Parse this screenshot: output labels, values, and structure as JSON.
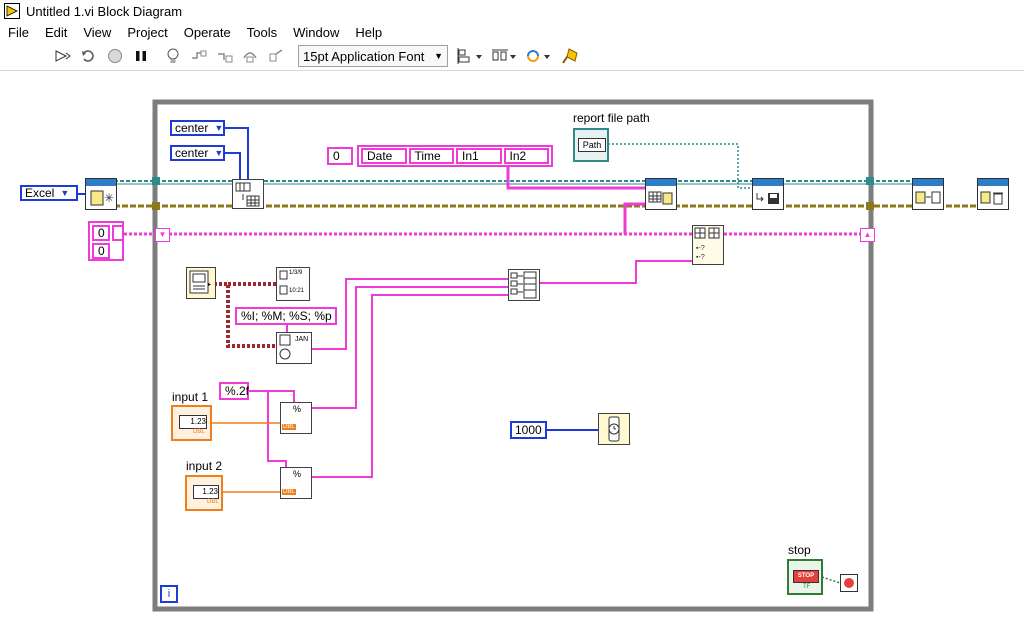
{
  "window": {
    "title": "Untitled 1.vi Block Diagram"
  },
  "menu": [
    "File",
    "Edit",
    "View",
    "Project",
    "Operate",
    "Tools",
    "Window",
    "Help"
  ],
  "toolbar": {
    "font": "15pt Application Font",
    "buttons": [
      "run-arrow-icon",
      "run-continuous-icon",
      "abort-icon",
      "pause-icon",
      "highlight-execution-icon",
      "retain-wire-values-icon",
      "step-into-icon",
      "step-over-icon",
      "step-out-icon",
      "align-objects-icon",
      "distribute-objects-icon",
      "reorder-icon",
      "cleanup-diagram-icon"
    ]
  },
  "diagram": {
    "excel_ring": "Excel",
    "center_ring_1": "center",
    "center_ring_2": "center",
    "header_array": {
      "index": "0",
      "items": [
        "Date",
        "Time",
        "In1",
        "In2"
      ]
    },
    "report_path_label": "report file path",
    "report_path_text": "Path",
    "cluster_index_1": "0",
    "cluster_index_2": "0",
    "time_format": "%I; %M; %S; %p",
    "number_format": "%.2f",
    "input1_label": "input 1",
    "input2_label": "input 2",
    "numeric_text": "1.23",
    "dbl": "DBL",
    "wait_const": "1000",
    "stop_label": "stop",
    "stop_button": "STOP",
    "tf": "TF",
    "loop_iteration": "i",
    "datetime_icon_top": "1/3/9",
    "datetime_icon_bot": "10:21",
    "jan_text": "JAN",
    "percent_text": "%"
  },
  "colors": {
    "string_wire": "#ef3cd8",
    "refnum_wire": "#2f8a8a",
    "error_wire": "#8a7a1c",
    "numeric_wire": "#ef7f1a",
    "enum_wire": "#1f3bd6",
    "cluster_wire": "#a0282c",
    "boolean_wire": "#2f7d32",
    "loop_frame": "#808080"
  }
}
